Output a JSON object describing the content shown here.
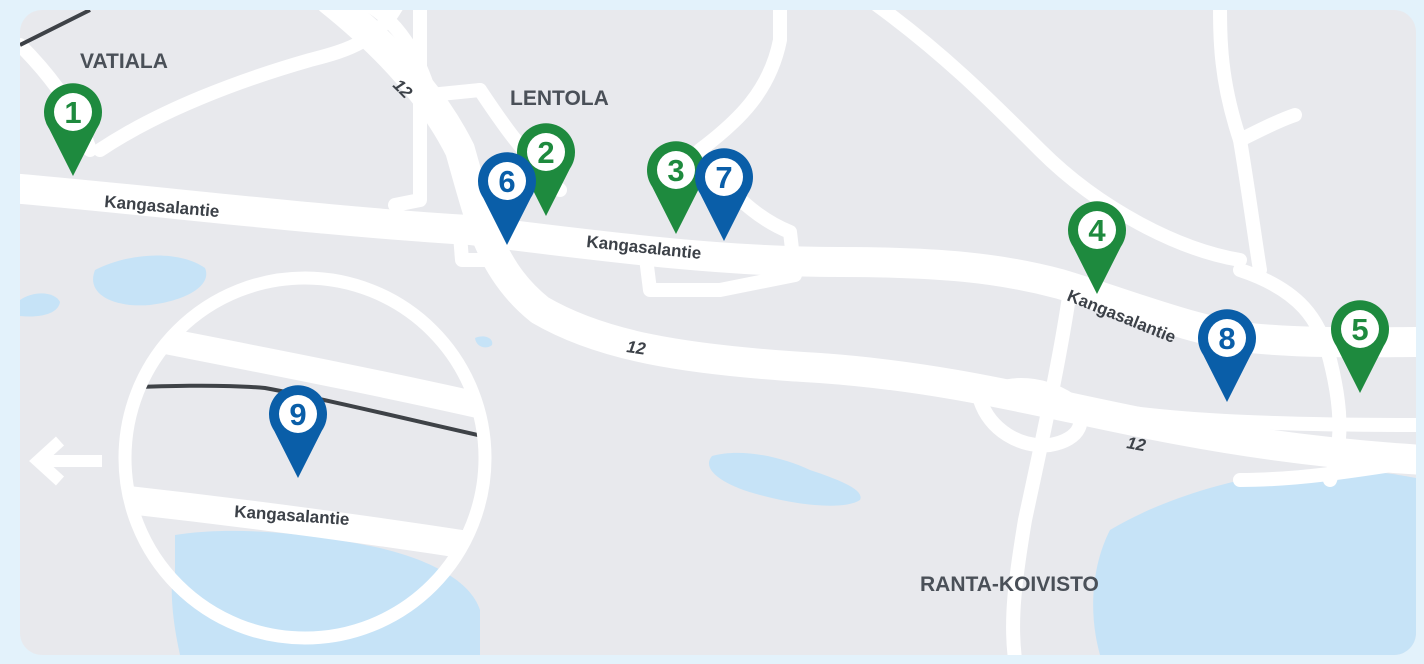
{
  "map": {
    "areas": {
      "vatiala": "VATIALA",
      "lentola": "LENTOLA",
      "ranta_koivisto": "RANTA-KOIVISTO"
    },
    "streets": {
      "kangasalantie_1": "Kangasalantie",
      "kangasalantie_2": "Kangasalantie",
      "kangasalantie_3": "Kangasalantie",
      "kangasalantie_inset": "Kangasalantie"
    },
    "routes": {
      "route_12_a": "12",
      "route_12_b": "12",
      "route_12_c": "12"
    },
    "markers": [
      {
        "label": "1",
        "color": "#1e8a3e"
      },
      {
        "label": "2",
        "color": "#1e8a3e"
      },
      {
        "label": "3",
        "color": "#1e8a3e"
      },
      {
        "label": "4",
        "color": "#1e8a3e"
      },
      {
        "label": "5",
        "color": "#1e8a3e"
      },
      {
        "label": "6",
        "color": "#0a5ea8"
      },
      {
        "label": "7",
        "color": "#0a5ea8"
      },
      {
        "label": "8",
        "color": "#0a5ea8"
      },
      {
        "label": "9",
        "color": "#0a5ea8"
      }
    ],
    "icons": {
      "direction_arrow": "arrow-left-icon"
    },
    "colors": {
      "land": "#e8e9ed",
      "water": "#c6e3f7",
      "road": "#ffffff",
      "rail": "#3e4247",
      "green_marker": "#1e8a3e",
      "blue_marker": "#0a5ea8"
    }
  }
}
